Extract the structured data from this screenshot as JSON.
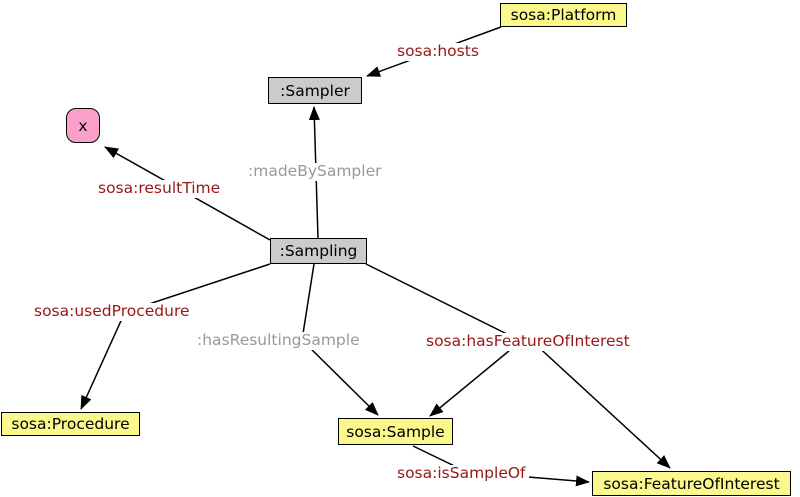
{
  "diagram": {
    "nodes": {
      "platform": {
        "label": "sosa:Platform",
        "type": "class"
      },
      "sampler": {
        "label": ":Sampler",
        "type": "instance"
      },
      "x_literal": {
        "label": "x",
        "type": "literal"
      },
      "sampling": {
        "label": ":Sampling",
        "type": "instance"
      },
      "procedure": {
        "label": "sosa:Procedure",
        "type": "class"
      },
      "sample": {
        "label": "sosa:Sample",
        "type": "class"
      },
      "foi": {
        "label": "sosa:FeatureOfInterest",
        "type": "class"
      }
    },
    "edges": {
      "hosts": {
        "label": "sosa:hosts",
        "from": "platform",
        "to": "sampler",
        "label_color": "dark-red"
      },
      "madeBySampler": {
        "label": ":madeBySampler",
        "from": "sampling",
        "to": "sampler",
        "label_color": "gray"
      },
      "resultTime": {
        "label": "sosa:resultTime",
        "from": "sampling",
        "to": "x_literal",
        "label_color": "dark-red"
      },
      "usedProcedure": {
        "label": "sosa:usedProcedure",
        "from": "sampling",
        "to": "procedure",
        "label_color": "dark-red"
      },
      "hasResultingSample": {
        "label": ":hasResultingSample",
        "from": "sampling",
        "to": "sample",
        "label_color": "gray"
      },
      "hasFeatureOfInterest": {
        "label": "sosa:hasFeatureOfInterest",
        "from": "sampling",
        "to": "sample and foi",
        "label_color": "dark-red"
      },
      "isSampleOf": {
        "label": "sosa:isSampleOf",
        "from": "sample",
        "to": "foi",
        "label_color": "dark-red"
      }
    },
    "colors": {
      "background": "#FFFFFF",
      "class_fill": "#FBF88C",
      "instance_fill": "#CBCBCB",
      "literal_fill": "#F9A1CB",
      "node_border": "#000000",
      "edge_line": "#000000",
      "property_label": "#971717",
      "local_property_label": "#999999"
    }
  }
}
